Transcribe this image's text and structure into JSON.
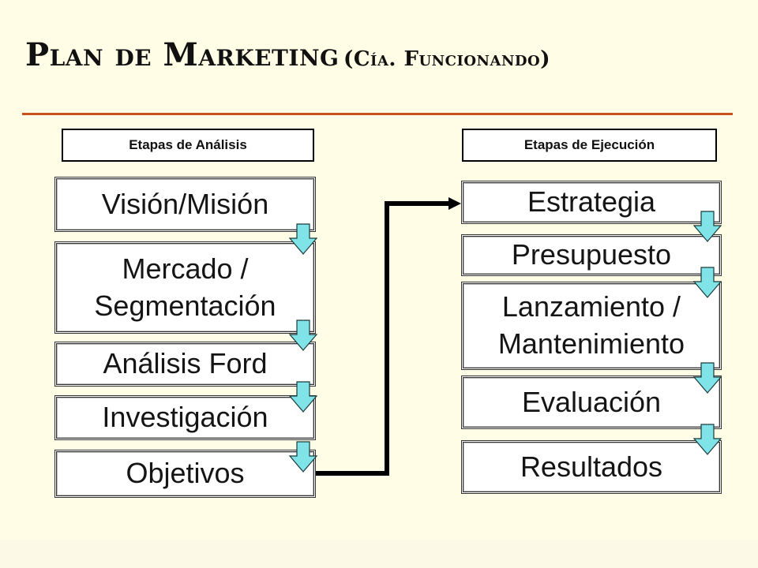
{
  "title": {
    "main": "Plan de Marketing",
    "sub": "(Cía. Funcionando)"
  },
  "headers": {
    "analysis": "Etapas de Análisis",
    "execution": "Etapas de Ejecución"
  },
  "analysis_steps": [
    "Visión/Misión",
    "Mercado /\nSegmentación",
    "Análisis Ford",
    "Investigación",
    "Objetivos"
  ],
  "execution_steps": [
    "Estrategia",
    "Presupuesto",
    "Lanzamiento /\nMantenimiento",
    "Evaluación",
    "Resultados"
  ],
  "colors": {
    "arrow_fill": "#7FE3E8",
    "title_rule": "#C8501E",
    "background": "#FFFDE5"
  }
}
